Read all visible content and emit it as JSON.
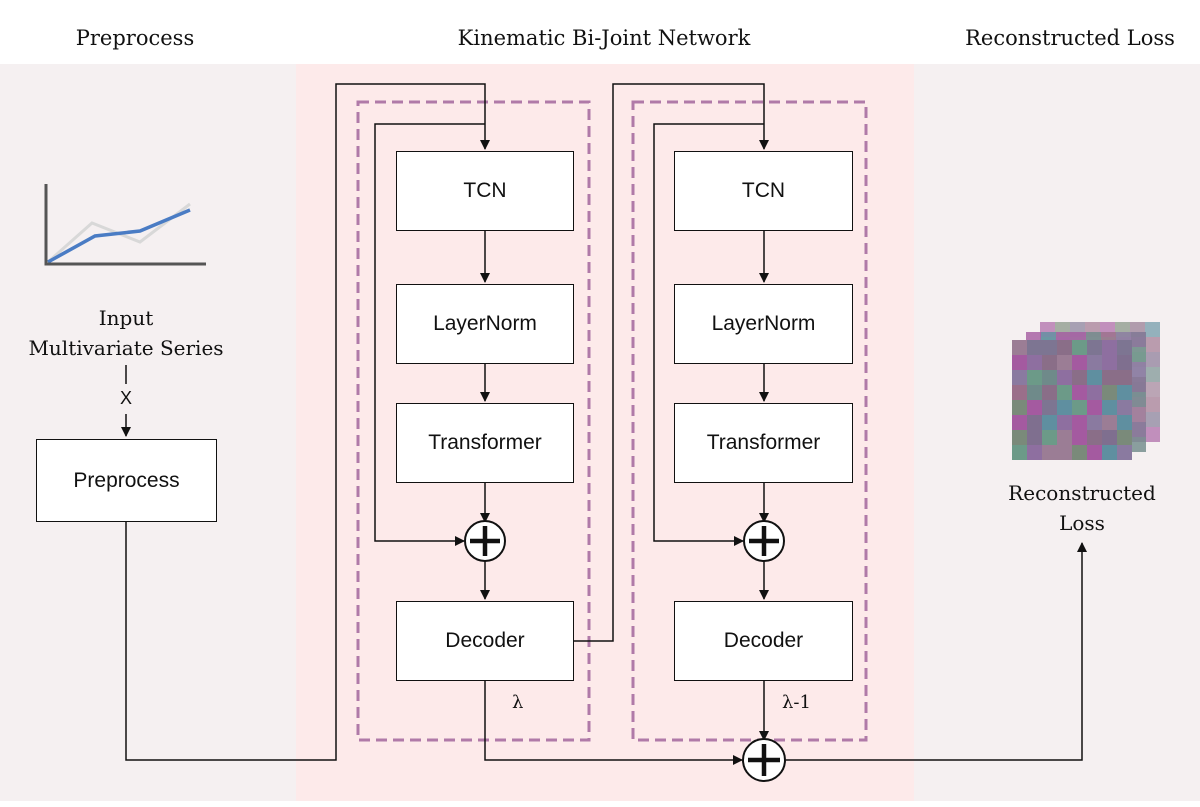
{
  "sections": {
    "preprocess": "Preprocess",
    "network": "Kinematic Bi-Joint Network",
    "loss": "Reconstructed Loss"
  },
  "input": {
    "caption_line1": "Input",
    "caption_line2": "Multivariate Series",
    "variable": "X"
  },
  "preprocess_box": "Preprocess",
  "block1": {
    "tcn": "TCN",
    "layernorm": "LayerNorm",
    "transformer": "Transformer",
    "decoder": "Decoder",
    "weight": "λ"
  },
  "block2": {
    "tcn": "TCN",
    "layernorm": "LayerNorm",
    "transformer": "Transformer",
    "decoder": "Decoder",
    "weight": "λ-1"
  },
  "output": {
    "caption_line1": "Reconstructed",
    "caption_line2": "Loss"
  },
  "colors": {
    "side_panel": "#f5f0f1",
    "network_panel": "#fdeaea",
    "dashed_border": "#b07aa8",
    "chart_main": "#4a7cc4",
    "chart_ghost": "#d8d8d8"
  }
}
